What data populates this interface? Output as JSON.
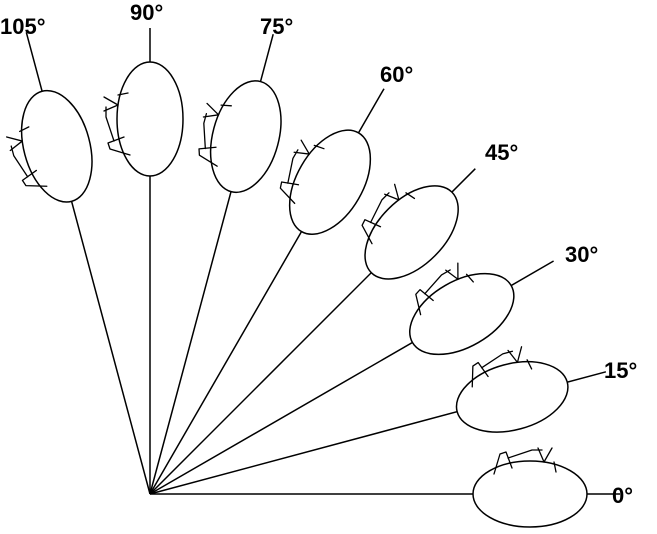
{
  "diagram": {
    "angles": [
      {
        "deg": 0,
        "label": "0°"
      },
      {
        "deg": 15,
        "label": "15°"
      },
      {
        "deg": 30,
        "label": "30°"
      },
      {
        "deg": 45,
        "label": "45°"
      },
      {
        "deg": 60,
        "label": "60°"
      },
      {
        "deg": 75,
        "label": "75°"
      },
      {
        "deg": 90,
        "label": "90°"
      },
      {
        "deg": 105,
        "label": "105°"
      }
    ],
    "stroke_color": "#000000",
    "background_color": "#ffffff"
  }
}
